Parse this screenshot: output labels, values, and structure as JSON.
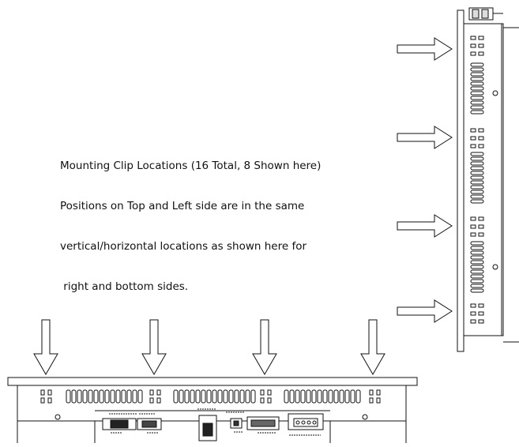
{
  "caption": {
    "line1": "Mounting Clip Locations (16 Total, 8 Shown here)",
    "line2": "Positions on Top and Left side are in the same",
    "line3": "vertical/horizontal locations as shown here for",
    "line4": " right and bottom sides."
  },
  "clips": {
    "total": 16,
    "shown": 8,
    "right_side_count": 4,
    "bottom_side_count": 4
  },
  "colors": {
    "line": "#111111",
    "background": "#ffffff"
  }
}
